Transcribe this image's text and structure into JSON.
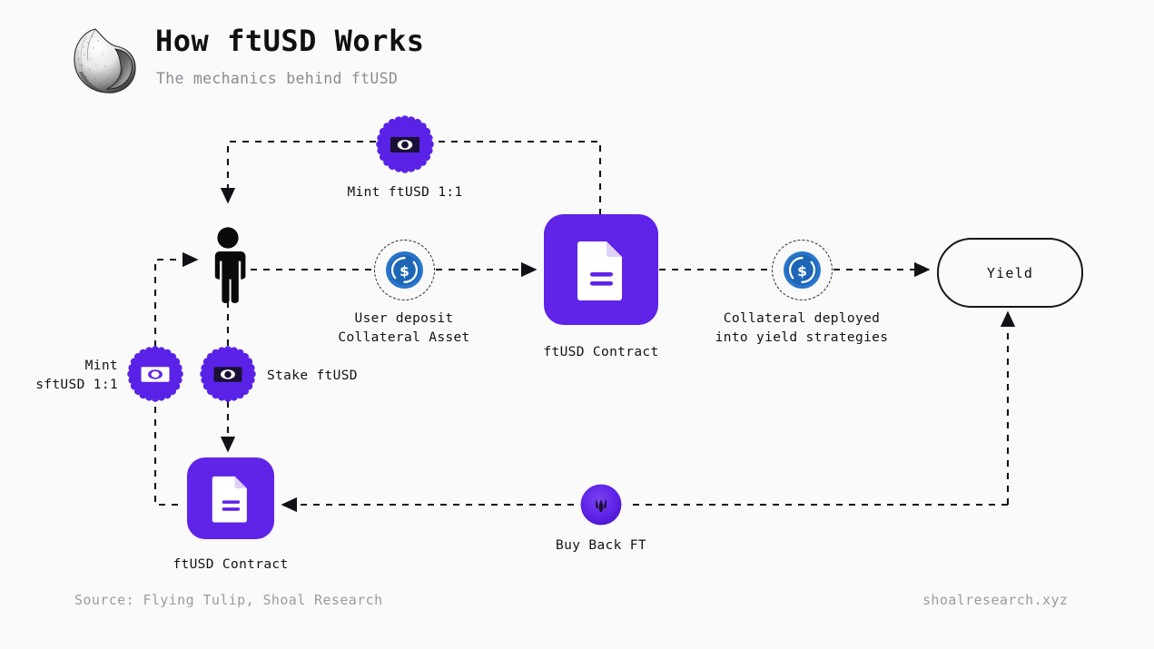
{
  "header": {
    "logo_icon": "shell-logo",
    "title": "How ftUSD Works",
    "subtitle": "The mechanics behind ftUSD"
  },
  "footer": {
    "source": "Source: Flying Tulip, Shoal Research",
    "site": "shoalresearch.xyz"
  },
  "colors": {
    "background": "#fafafa",
    "purple": "#6023e8",
    "badge_purple": "#5a22e6",
    "badge_dark": "#1a1036",
    "coin_blue": "#2775ca",
    "ink": "#121216",
    "muted": "#9a9aa2"
  },
  "nodes": {
    "mint_ftusd_badge": {
      "icon": "banknote-dark-icon",
      "label": "Mint ftUSD 1:1"
    },
    "user": {
      "icon": "person-icon",
      "label": ""
    },
    "user_deposit": {
      "icon": "usdc-coin-icon",
      "label": "User deposit\nCollateral Asset"
    },
    "ftusd_contract_top": {
      "icon": "document-icon",
      "label": "ftUSD Contract"
    },
    "collateral_deployed": {
      "icon": "usdc-coin-icon",
      "label": "Collateral deployed\ninto yield strategies"
    },
    "yield": {
      "label": "Yield"
    },
    "mint_sftusd_badge": {
      "icon": "banknote-light-icon",
      "label": "Mint\nsftUSD 1:1"
    },
    "stake_ftusd_badge": {
      "icon": "banknote-dark-icon",
      "label": "Stake ftUSD"
    },
    "ftusd_contract_bottom": {
      "icon": "document-icon",
      "label": "ftUSD Contract"
    },
    "buy_back_ft": {
      "icon": "tulip-icon",
      "label": "Buy Back FT"
    }
  },
  "edges": [
    {
      "name": "contract-to-mint-badge",
      "style": "dashed",
      "arrow": false
    },
    {
      "name": "mint-badge-to-user",
      "style": "dashed",
      "arrow": true
    },
    {
      "name": "user-to-deposit-coin",
      "style": "dashed",
      "arrow": false
    },
    {
      "name": "deposit-coin-to-contract",
      "style": "dashed",
      "arrow": true
    },
    {
      "name": "contract-to-collateral",
      "style": "dashed",
      "arrow": false
    },
    {
      "name": "collateral-to-yield",
      "style": "dashed",
      "arrow": true
    },
    {
      "name": "yield-to-buyback",
      "style": "dashed",
      "arrow": true
    },
    {
      "name": "buyback-to-contract",
      "style": "dashed",
      "arrow": true
    },
    {
      "name": "user-to-stake-badge",
      "style": "dashed",
      "arrow": false
    },
    {
      "name": "stake-badge-to-contract",
      "style": "dashed",
      "arrow": true
    },
    {
      "name": "contract-to-sftusd-badge",
      "style": "dashed",
      "arrow": false
    },
    {
      "name": "sftusd-badge-to-user",
      "style": "dashed",
      "arrow": true
    }
  ]
}
